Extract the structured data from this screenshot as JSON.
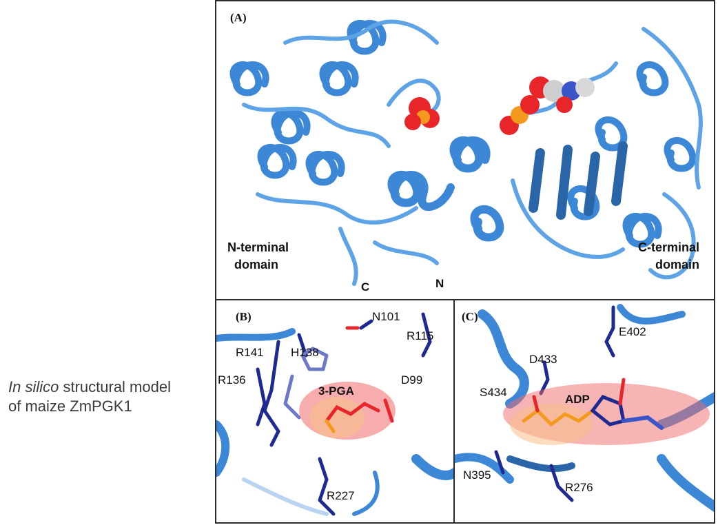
{
  "caption": {
    "italic": "In silico",
    "rest1": " structural model",
    "line2": "of maize ZmPGK1"
  },
  "panelA": {
    "label": "(A)",
    "n_domain": [
      "N-terminal",
      "domain"
    ],
    "c_domain": [
      "C-terminal",
      "domain"
    ],
    "c_term": "C",
    "n_term": "N"
  },
  "panelB": {
    "label": "(B)",
    "residues": [
      "N101",
      "R115",
      "R141",
      "H138",
      "R136",
      "D99",
      "R227"
    ],
    "ligand": "3-PGA"
  },
  "panelC": {
    "label": "(C)",
    "residues": [
      "E402",
      "D433",
      "S434",
      "N395",
      "R276"
    ],
    "ligand": "ADP"
  },
  "colors": {
    "ribbon": "#3d88d6",
    "ribbon_dark": "#2a65a8",
    "stick": "#1f2a90",
    "oxygen": "#e8262a",
    "phosphate": "#f39a1e",
    "surface": "#f06a6a"
  }
}
